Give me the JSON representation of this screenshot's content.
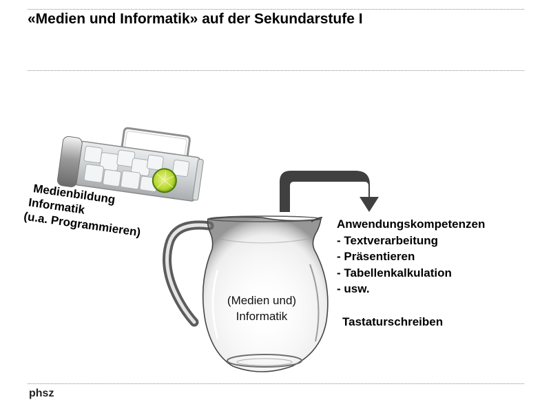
{
  "slide": {
    "title": "«Medien und Informatik» auf der Sekundarstufe I",
    "footer_brand": "phsz"
  },
  "left_label": {
    "lines": [
      "Medienbildung",
      "Informatik",
      "(u.a. Programmieren)"
    ]
  },
  "pitcher_label": {
    "lines": [
      "(Medien und)",
      "Informatik"
    ]
  },
  "right_list": {
    "heading": "Anwendungskompetenzen",
    "items": [
      "- Textverarbeitung",
      "- Präsentieren",
      "- Tabellenkalkulation",
      "- usw."
    ],
    "extra": "Tastaturschreiben"
  },
  "icons": [
    "glass-carafe-with-lime-image",
    "glass-pitcher-image",
    "curved-arrow-icon"
  ],
  "colors": {
    "arrow": "#404040",
    "text": "#000000"
  }
}
